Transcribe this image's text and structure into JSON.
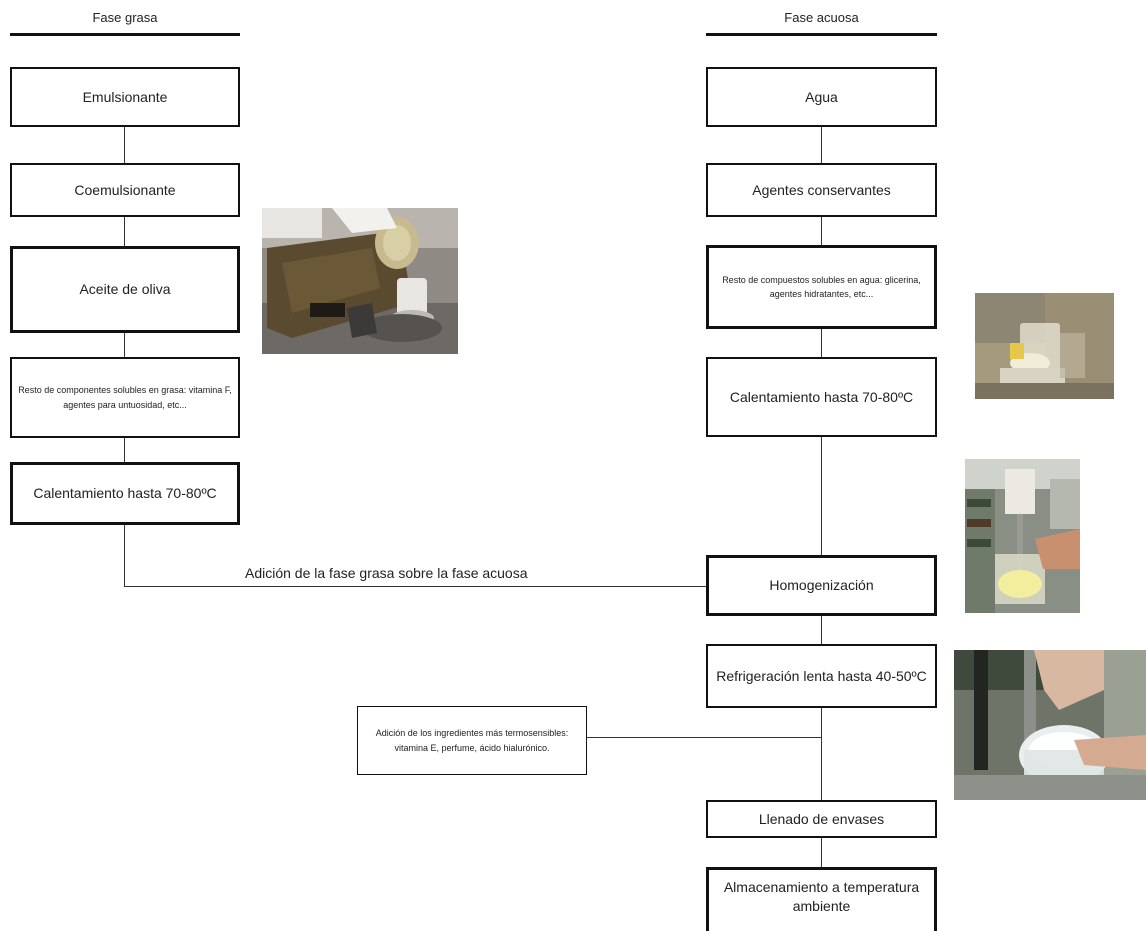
{
  "headers": {
    "left": "Fase grasa",
    "right": "Fase acuosa"
  },
  "left_steps": [
    "Emulsionante",
    "Coemulsionante",
    "Aceite de oliva",
    "Resto de componentes solubles en grasa: vitamina F, agentes para untuosidad, etc...",
    "Calentamiento hasta 70-80ºC"
  ],
  "right_steps": [
    "Agua",
    "Agentes conservantes",
    "Resto de compuestos solubles en agua: glicerina, agentes hidratantes, etc...",
    "Calentamiento hasta 70-80ºC",
    "Homogenización",
    "Refrigeración lenta hasta 40-50ºC",
    "Llenado de envases",
    "Almacenamiento a temperatura ambiente"
  ],
  "connector_label": "Adición de la fase grasa sobre la fase acuosa",
  "side_note": "Adición de los ingredientes más termosensibles: vitamina E, perfume, ácido hialurónico.",
  "colors": {
    "line": "#333333",
    "box_border": "#111111"
  }
}
